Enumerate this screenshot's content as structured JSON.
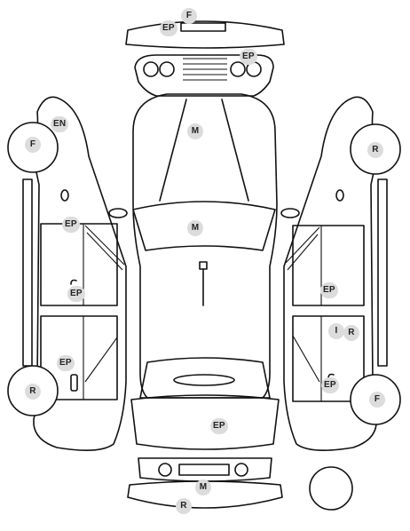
{
  "marks": {
    "front_bumper_code": "F",
    "front_bumper_ep": "EP",
    "headlights_ep": "EP",
    "left_front_fender_en": "EN",
    "left_front_wheel": "F",
    "left_front_door_top_ep": "EP",
    "left_front_door_handle_ep": "EP",
    "left_rear_door_ep": "EP",
    "left_rear_wheel": "R",
    "hood": "M",
    "windshield": "M",
    "trunk": "EP",
    "rear_bumper_m": "M",
    "rear_bumper_r": "R",
    "right_rear_wheel": "R",
    "right_front_door_ep": "EP",
    "right_rear_door_i": "I",
    "right_rear_door_r": "R",
    "right_rear_handle_ep": "EP",
    "right_front_wheel": "F"
  }
}
